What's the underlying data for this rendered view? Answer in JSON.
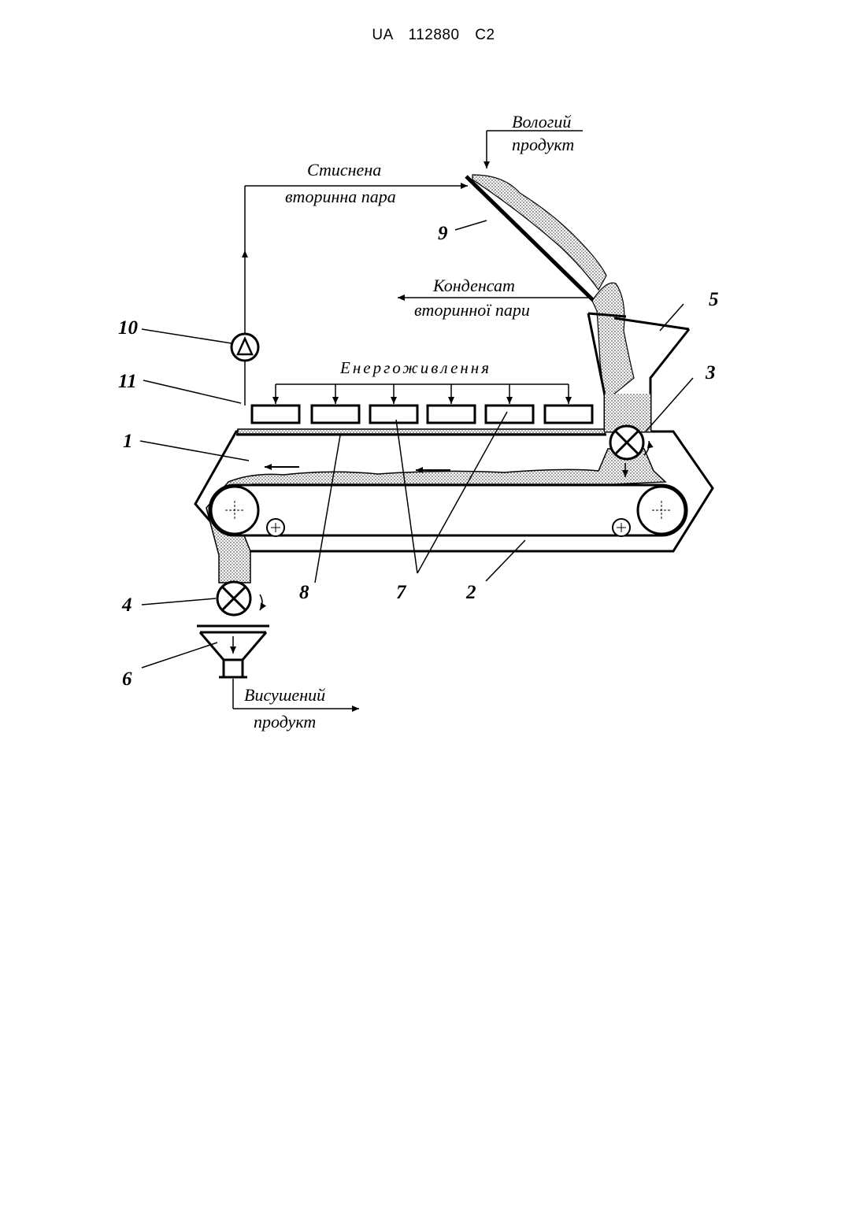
{
  "header": {
    "patent_id": "UA   112880   C2"
  },
  "labels": {
    "wet_product_1": "Вологий",
    "wet_product_2": "продукт",
    "compressed_steam_1": "Стиснена",
    "compressed_steam_2": "вторинна пара",
    "condensate_1": "Конденсат",
    "condensate_2": "вторинної пари",
    "energy_supply": "Енергоживлення",
    "dried_product_1": "Висушений",
    "dried_product_2": "продукт"
  },
  "numbers": {
    "n1": "1",
    "n2": "2",
    "n3": "3",
    "n4": "4",
    "n5": "5",
    "n6": "6",
    "n7": "7",
    "n8": "8",
    "n9": "9",
    "n10": "10",
    "n11": "11"
  },
  "heater_count": 6,
  "colors": {
    "ink": "#000000",
    "product_fill": "#d6d6d6"
  }
}
